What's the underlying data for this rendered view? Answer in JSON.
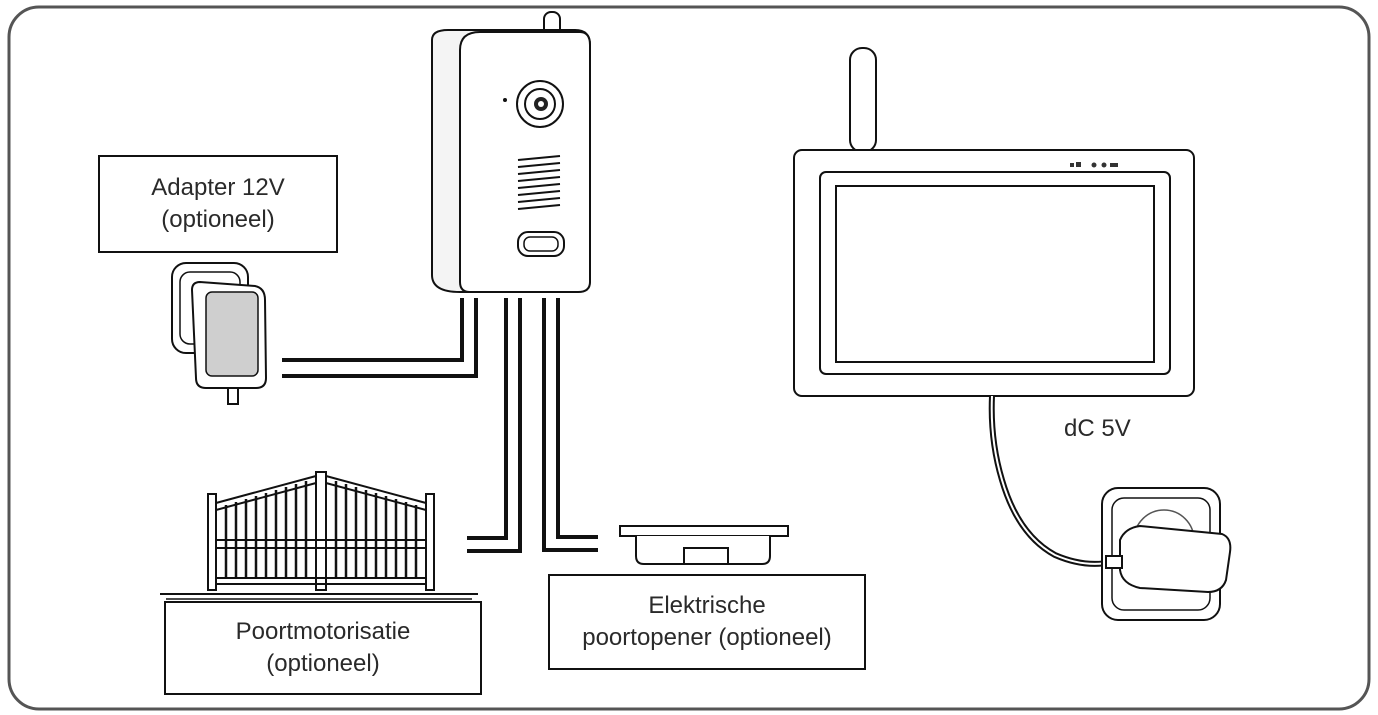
{
  "labels": {
    "adapter": {
      "line1": "Adapter 12V",
      "line2": "(optioneel)"
    },
    "gate_motor": {
      "line1": "Poortmotorisatie",
      "line2": "(optioneel)"
    },
    "electric_opener": {
      "line1": "Elektrische",
      "line2": "poortopener (optioneel)"
    },
    "monitor_power": "dC 5V"
  }
}
